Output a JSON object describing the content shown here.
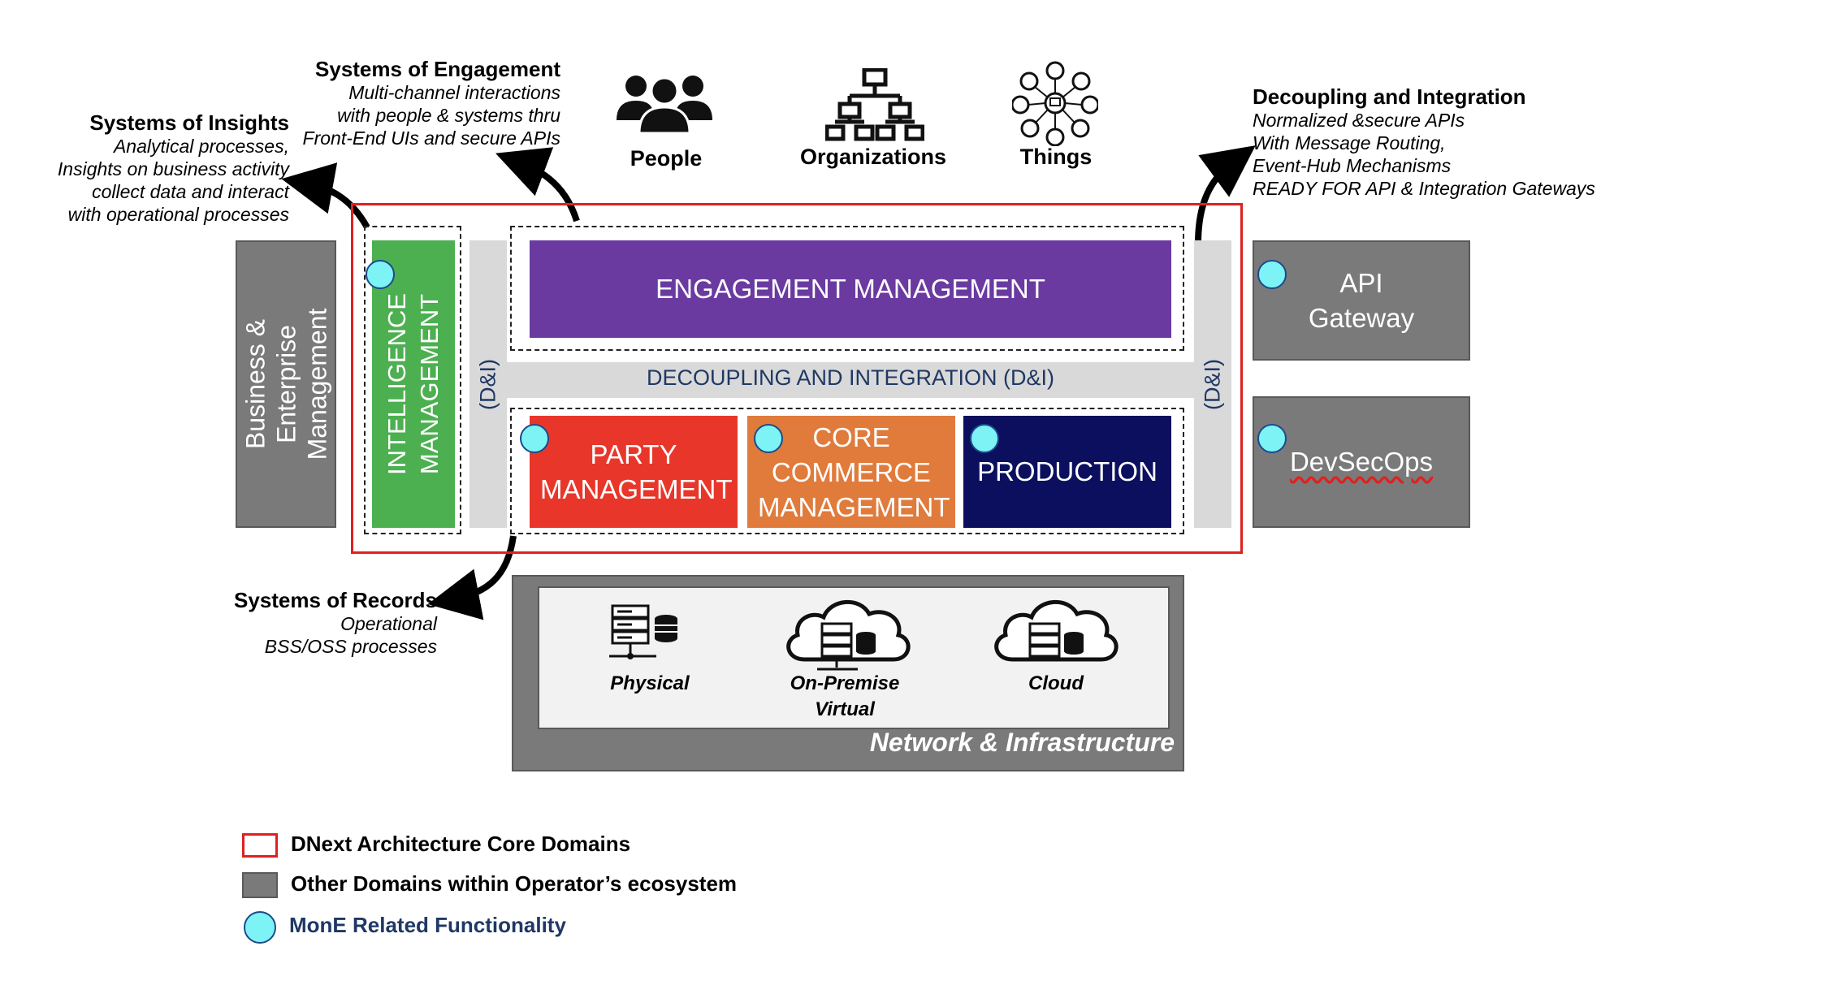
{
  "callouts": {
    "insights": {
      "title": "Systems of Insights",
      "lines": [
        "Analytical processes,",
        "Insights on business activity",
        "collect data and interact",
        "with operational processes"
      ]
    },
    "engagement": {
      "title": "Systems of Engagement",
      "lines": [
        "Multi-channel interactions",
        "with people & systems thru",
        "Front-End UIs and secure APIs"
      ]
    },
    "integration": {
      "title": "Decoupling and Integration",
      "lines": [
        "Normalized &secure APIs",
        "With Message Routing,",
        "Event-Hub Mechanisms",
        "READY FOR API &  Integration Gateways"
      ]
    },
    "records": {
      "title": "Systems of Records",
      "lines": [
        "Operational",
        "BSS/OSS processes"
      ]
    }
  },
  "actors": {
    "people": {
      "label": "People",
      "icon": "people-icon"
    },
    "organizations": {
      "label": "Organizations",
      "icon": "org-chart-icon"
    },
    "things": {
      "label": "Things",
      "icon": "iot-things-icon"
    }
  },
  "domains": {
    "business_enterprise": "Business & Enterprise Management",
    "intelligence": "INTELLIGENCE MANAGEMENT",
    "engagement": "ENGAGEMENT MANAGEMENT",
    "decoupling": "DECOUPLING AND INTEGRATION (D&I)",
    "di_short": "(D&I)",
    "party": "PARTY MANAGEMENT",
    "core_commerce": "CORE COMMERCE MANAGEMENT",
    "production": "PRODUCTION",
    "api_gateway": "API Gateway",
    "devsecops": "DevSecOps"
  },
  "infrastructure": {
    "title": "Network & Infrastructure",
    "physical": "Physical",
    "on_premise_line1": "On-Premise",
    "on_premise_line2": "Virtual",
    "cloud": "Cloud"
  },
  "legend": {
    "core": "DNext Architecture Core Domains",
    "other": "Other Domains within Operator’s ecosystem",
    "mone": "MonE Related Functionality"
  },
  "colors": {
    "core_border": "#e02020",
    "intelligence": "#4caf50",
    "engagement": "#6a3aa0",
    "party": "#e8372a",
    "core_commerce": "#e07b3c",
    "production": "#0b0f5e",
    "other_domain": "#7a7a7a",
    "mone": "#7df3f5",
    "di_text": "#1f3864"
  }
}
